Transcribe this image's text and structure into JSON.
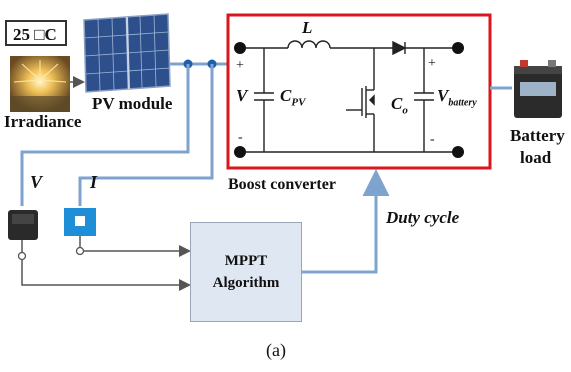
{
  "temperature_label": "25 □C",
  "irradiance_label": "Irradiance",
  "pv_module_label": "PV module",
  "voltage_sense_label": "V",
  "current_sense_label": "I",
  "boost_converter_label": "Boost converter",
  "duty_cycle_label": "Duty cycle",
  "mppt_line1": "MPPT",
  "mppt_line2": "Algorithm",
  "battery_label_line1": "Battery",
  "battery_label_line2": "load",
  "caption": "(a)",
  "circuit": {
    "inductor_label": "L",
    "cpv_label": "C",
    "cpv_sub": "PV",
    "v_label": "V",
    "co_label": "C",
    "co_sub": "o",
    "vbattery_label": "V",
    "vbattery_sub": "battery",
    "plus_left": "+",
    "minus_left": "-",
    "plus_right": "+",
    "minus_right": "-"
  },
  "colors": {
    "signal_wire": "#7ea3cf",
    "node_dot": "#1f5fae",
    "converter_border": "#d9161d",
    "mppt_fill": "#dfe7f3"
  }
}
